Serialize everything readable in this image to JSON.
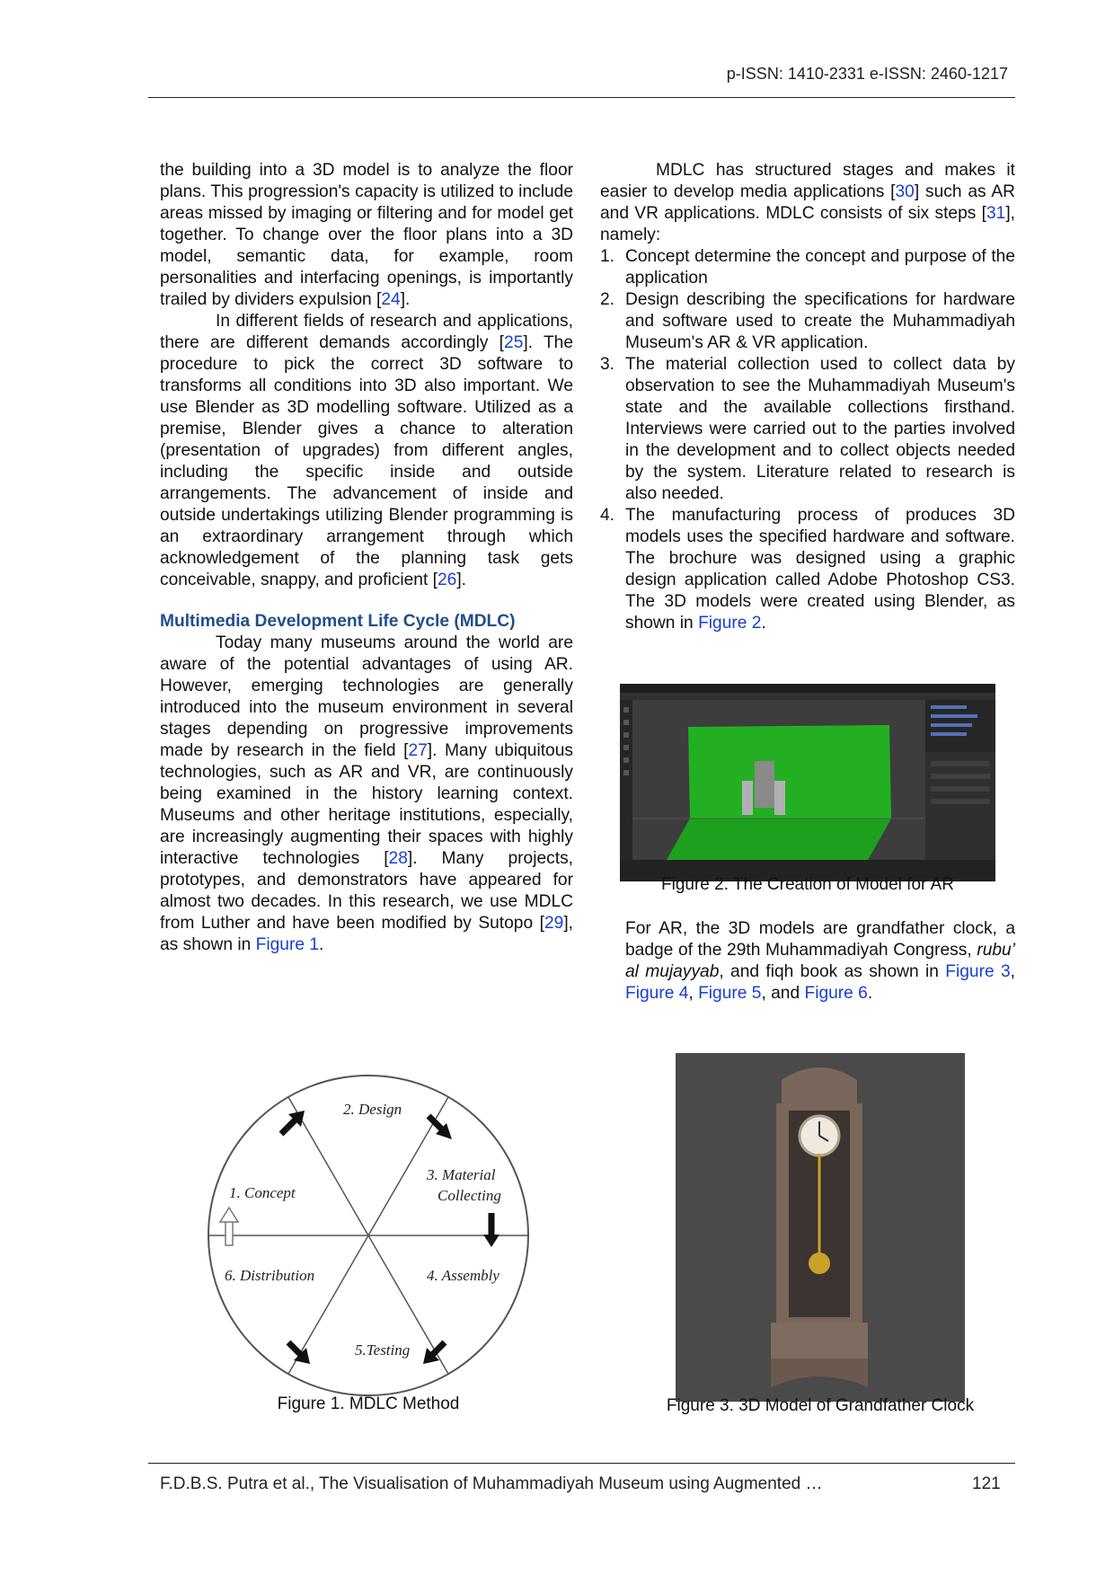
{
  "header": {
    "issn": "p-ISSN: 1410-2331  e-ISSN: 2460-1217"
  },
  "left_column": {
    "para1": {
      "text": "the building into a 3D model is to analyze the floor plans. This progression's capacity is utilized to include areas missed by imaging or filtering and for model get together. To change over the floor plans into a 3D model, semantic data, for example, room personalities and interfacing openings, is importantly trailed by dividers expulsion [",
      "ref": "24",
      "end": "]."
    },
    "para2": {
      "text_a": "In different fields of research and applications, there are different demands accordingly [",
      "ref": "25",
      "text_b": "]. The procedure to pick the correct 3D software to transforms all conditions into 3D also important. We use Blender as 3D modelling software. Utilized as a premise, Blender gives a chance to alteration (presentation of upgrades) from different angles, including the specific inside and outside arrangements. The advancement of inside and outside undertakings utilizing Blender programming is an extraordinary arrangement through which acknowledgement of the planning task gets conceivable, snappy, and proficient [",
      "ref2": "26",
      "end": "]."
    },
    "heading": "Multimedia Development Life Cycle (MDLC)",
    "para3": {
      "text_a": "Today many museums around the world are aware of the potential advantages of using AR. However, emerging technologies are generally introduced into the museum environment in several stages depending on progressive improvements made by research in the field [",
      "ref1": "27",
      "text_b": "]. Many ubiquitous technologies, such as AR and VR, are continuously being examined in the history learning context. Museums and other heritage institutions, especially, are increasingly augmenting their spaces with highly interactive technologies [",
      "ref2": "28",
      "text_c": "]. Many projects, prototypes, and demonstrators have appeared for almost two decades. In this research, we use MDLC from Luther and have been modified by Sutopo [",
      "ref3": "29",
      "text_d": "], as shown in ",
      "fig_link": "Figure 1",
      "end": "."
    }
  },
  "right_column": {
    "para1": {
      "text_a": "MDLC has structured stages and makes it easier to develop media applications [",
      "ref1": "30",
      "text_b": "] such as AR and VR applications. MDLC consists of six steps [",
      "ref2": "31",
      "text_c": "], namely:"
    },
    "steps": [
      {
        "num": "1.",
        "text": "Concept determine the concept and purpose of the application"
      },
      {
        "num": "2.",
        "text": "Design describing the specifications for hardware and software used to create the Muhammadiyah Museum's AR & VR application."
      },
      {
        "num": "3.",
        "text": "The material collection used to collect data by observation to see the Muhammadiyah Museum's state and the available collections firsthand. Interviews were carried out to the parties involved in the development and to collect objects needed by the system. Literature related to research is also needed."
      },
      {
        "num": "4.",
        "text": "The manufacturing process of produces 3D models uses the specified hardware and software. The brochure was designed using a graphic design application called Adobe Photoshop CS3. The 3D models were created using Blender, as shown in ",
        "link": "Figure 2",
        "end": "."
      }
    ],
    "para2": {
      "text_a": "For AR, the 3D models are grandfather clock, a badge of the 29th Muhammadiyah Congress, ",
      "italic": "rubu’ al mujayyab",
      "text_b": ", and fiqh book as shown in ",
      "link1": "Figure 3",
      "sep1": ", ",
      "link2": "Figure 4",
      "sep2": ", ",
      "link3": "Figure 5",
      "sep3": ", and ",
      "link4": "Figure 6",
      "end": "."
    }
  },
  "figure1": {
    "caption": "Figure 1. MDLC Method",
    "labels": {
      "concept": "1. Concept",
      "design": "2. Design",
      "material_line1": "3. Material",
      "material_line2": "Collecting",
      "assembly": "4. Assembly",
      "testing": "5.Testing",
      "distribution": "6. Distribution"
    }
  },
  "figure2": {
    "caption": "Figure 2. The Creation of Model for AR",
    "colors": {
      "ui": "#2b2b2b",
      "screen": "#22b022"
    }
  },
  "figure3": {
    "caption": "Figure 3. 3D Model of Grandfather Clock",
    "colors": {
      "background": "#4a4a4a",
      "wood": "#7a665a",
      "pendulum": "#c9a227"
    }
  },
  "footer": {
    "citation": "F.D.B.S. Putra et al., The Visualisation of Muhammadiyah Museum using Augmented …",
    "page": "121"
  }
}
